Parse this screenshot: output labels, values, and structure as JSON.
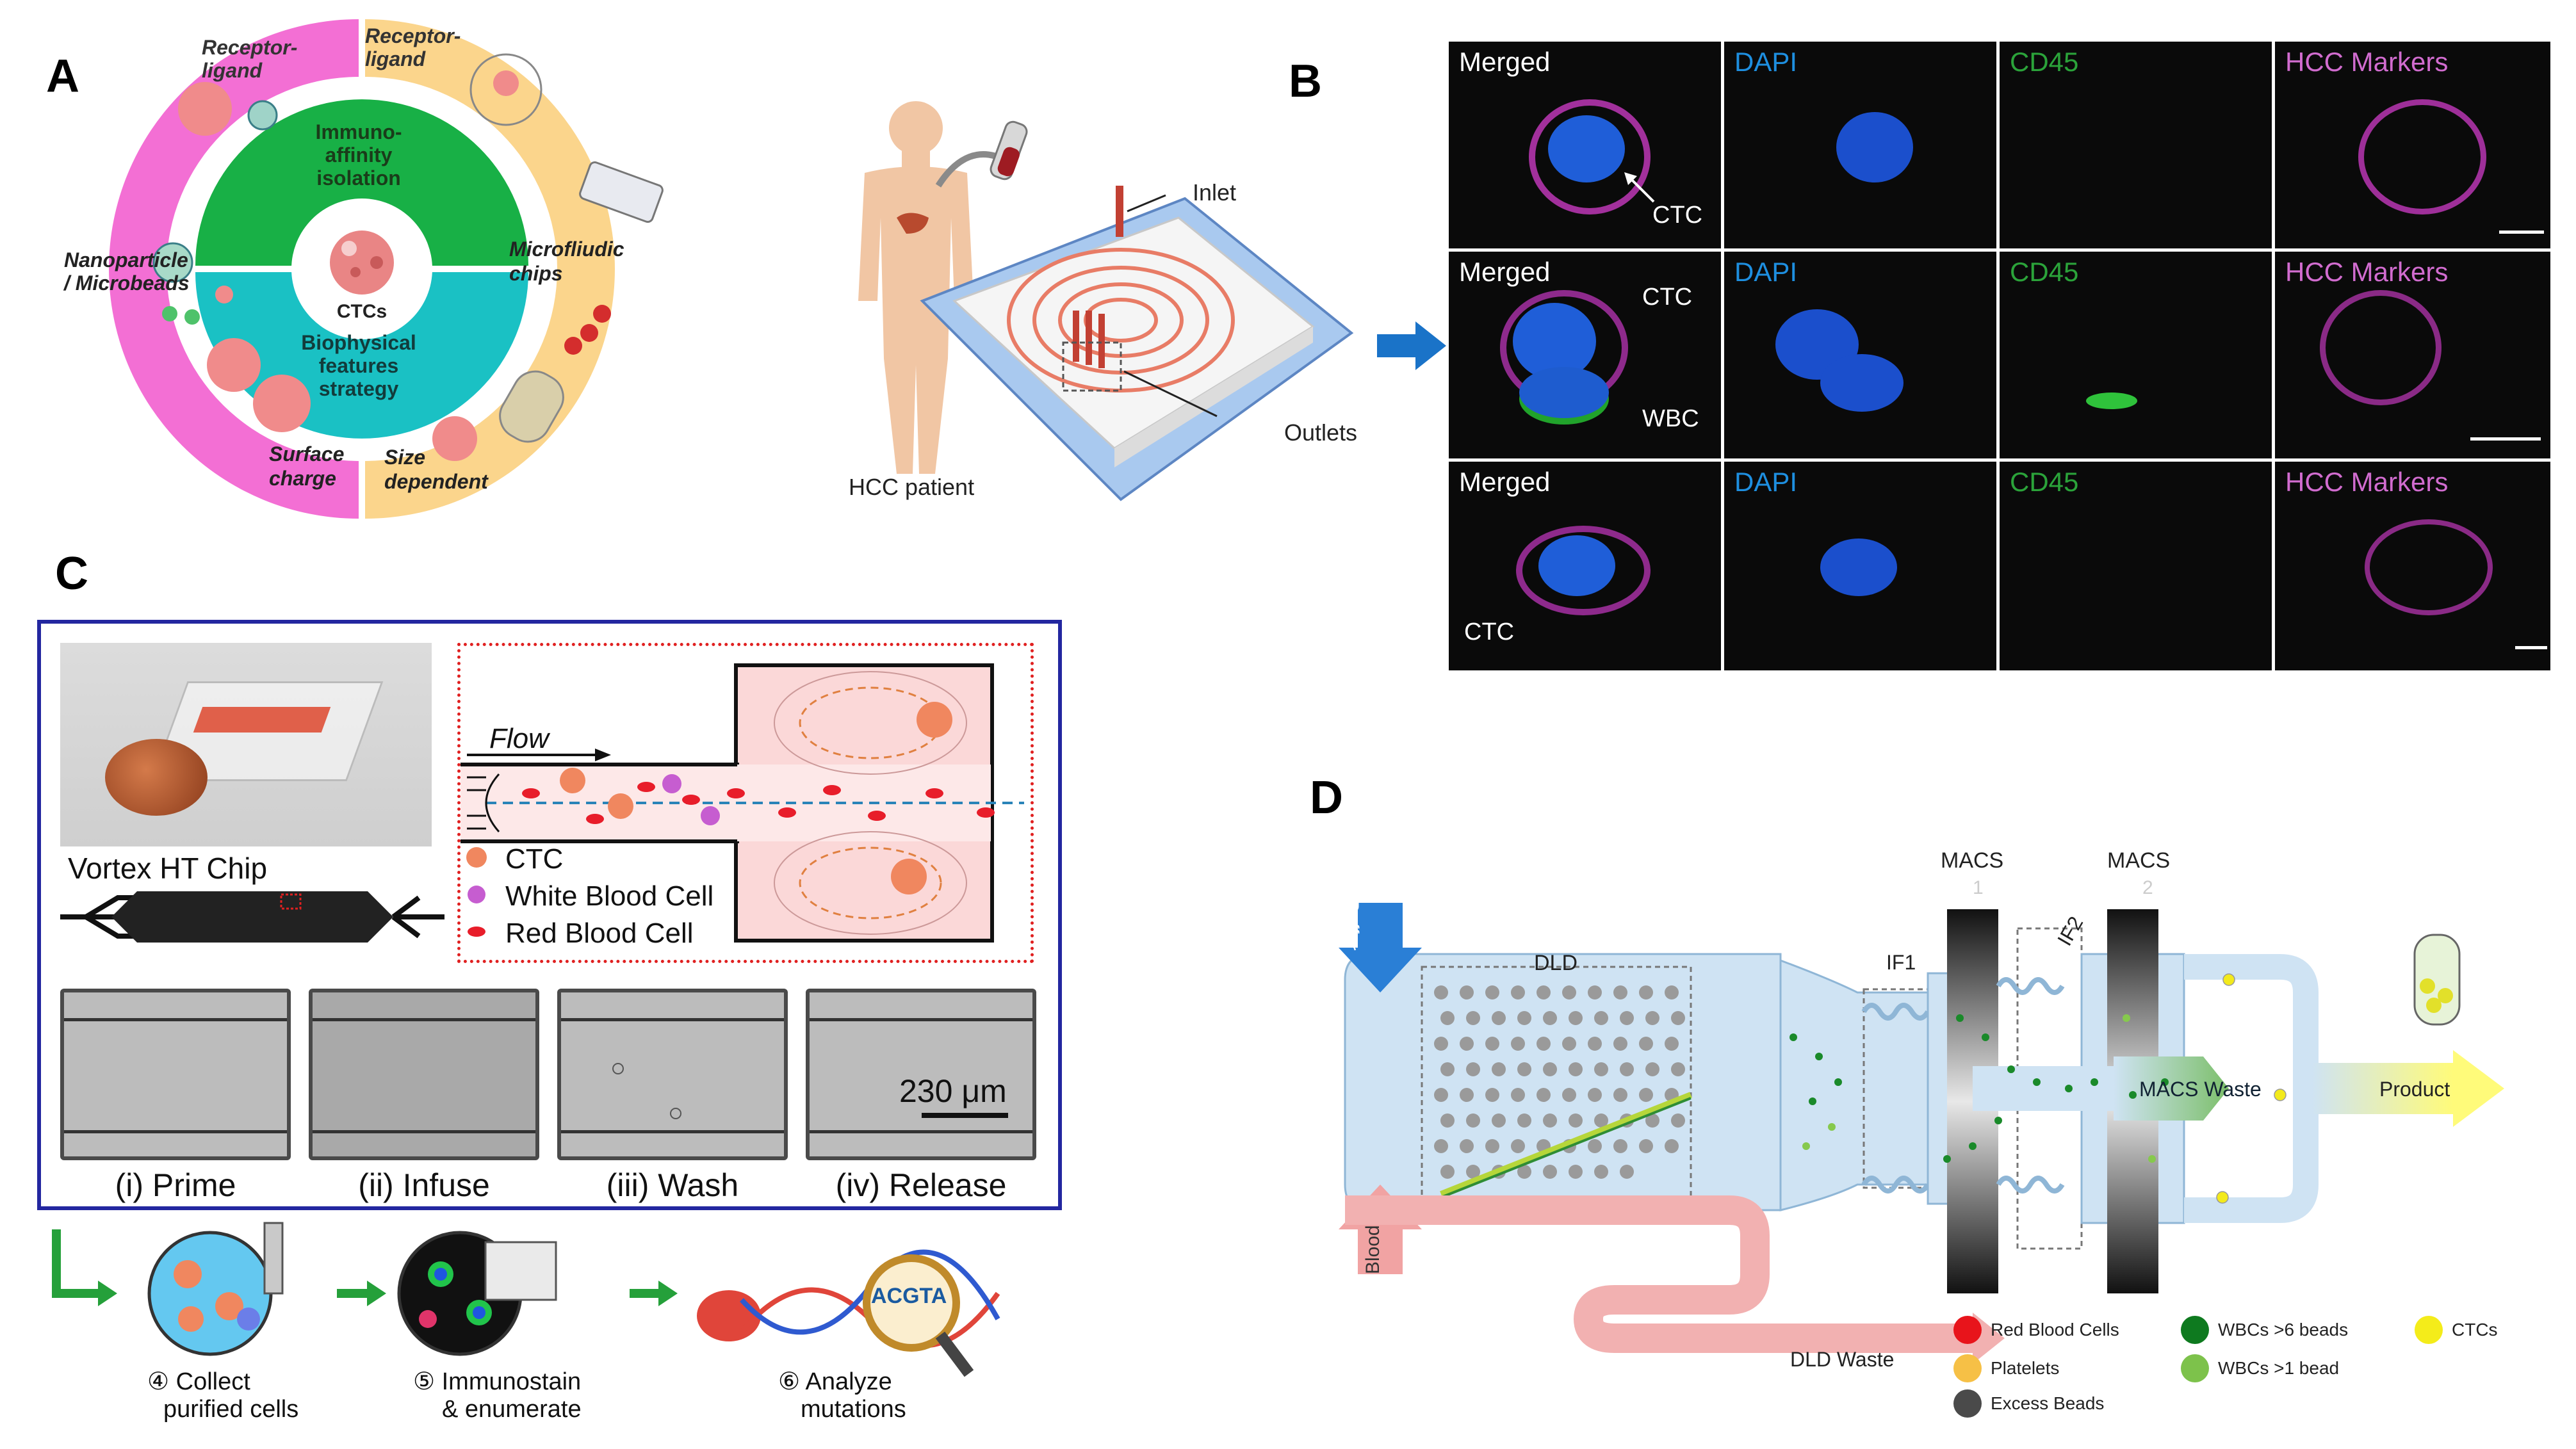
{
  "panels": {
    "a": "A",
    "b": "B",
    "c": "C",
    "d": "D"
  },
  "panelA": {
    "receptor_ligand_left": "Receptor-\nligand",
    "receptor_ligand_right": "Receptor-\nligand",
    "immuno": "Immuno-\naffinity\nisolation",
    "ctcs": "CTCs",
    "biophysical": "Biophysical\nfeatures\nstrategy",
    "nanoparticle": "Nanoparticle\n/ Microbeads",
    "microfluidic": "Microfliudic\nchips",
    "surface_charge": "Surface\ncharge",
    "size_dependent": "Size\ndependent"
  },
  "panelChip": {
    "inlet": "Inlet",
    "outlets": "Outlets",
    "patient": "HCC patient"
  },
  "panelB": {
    "rows": [
      {
        "merged": "Merged",
        "dapi": "DAPI",
        "cd45": "CD45",
        "hcc": "HCC Markers",
        "notes": [
          "CTC"
        ]
      },
      {
        "merged": "Merged",
        "dapi": "DAPI",
        "cd45": "CD45",
        "hcc": "HCC Markers",
        "notes": [
          "CTC",
          "WBC"
        ]
      },
      {
        "merged": "Merged",
        "dapi": "DAPI",
        "cd45": "CD45",
        "hcc": "HCC Markers",
        "notes": [
          "CTC"
        ]
      }
    ]
  },
  "panelC": {
    "chip_name": "Vortex HT Chip",
    "flow": "Flow",
    "legend": [
      "CTC",
      "White Blood Cell",
      "Red Blood Cell"
    ],
    "scale": "230 μm",
    "steps": [
      "(i) Prime",
      "(ii) Infuse",
      "(iii) Wash",
      "(iv) Release"
    ],
    "workflow": [
      {
        "num": "4",
        "text1": "Collect",
        "text2": "purified cells"
      },
      {
        "num": "5",
        "text1": "Immunostain",
        "text2": "& enumerate"
      },
      {
        "num": "6",
        "text1": "Analyze",
        "text2": "mutations"
      }
    ],
    "dna_letters": "ACGTA"
  },
  "panelD": {
    "buffer": "Buffer",
    "blood": "Blood",
    "dld": "DLD",
    "if1": "IF1",
    "if2": "IF2",
    "macs1": "MACS",
    "macs1_num": "1",
    "macs2": "MACS",
    "macs2_num": "2",
    "macs_waste": "MACS Waste",
    "product": "Product",
    "dld_waste": "DLD Waste",
    "legend": [
      {
        "label": "Red Blood Cells",
        "color": "#e8141b"
      },
      {
        "label": "Platelets",
        "color": "#f6c046"
      },
      {
        "label": "Excess Beads",
        "color": "#4a4a4a"
      },
      {
        "label": "WBCs >6 beads",
        "color": "#0e7a1f"
      },
      {
        "label": "WBCs >1 bead",
        "color": "#7dc24b"
      },
      {
        "label": "CTCs",
        "color": "#f4ec1a"
      }
    ]
  }
}
